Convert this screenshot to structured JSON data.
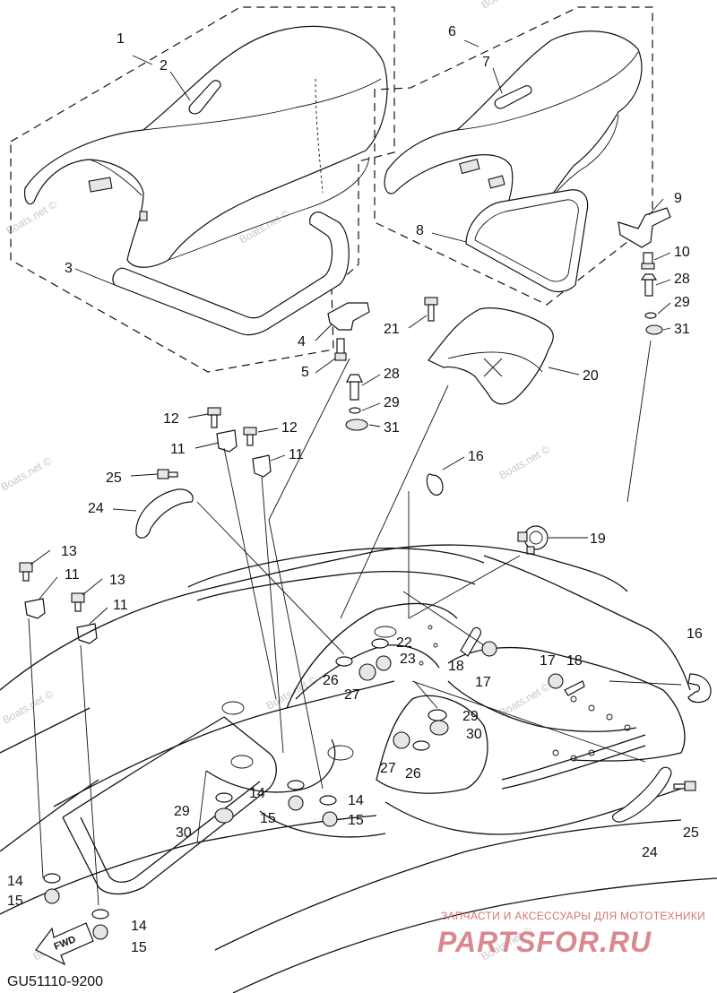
{
  "diagram_code": "GU51110-9200",
  "watermark_text": "Boats.net ©",
  "brand": {
    "tagline": "ЗАПЧАСТИ И АКСЕССУАРЫ ДЛЯ МОТОТЕХНИКИ",
    "logo_text": "PARTSFOR.RU"
  },
  "fwd_label": "FWD",
  "callouts": {
    "c1": "1",
    "c2": "2",
    "c3": "3",
    "c4": "4",
    "c5": "5",
    "c6": "6",
    "c7": "7",
    "c8": "8",
    "c9": "9",
    "c10": "10",
    "c11a": "11",
    "c11b": "11",
    "c11c": "11",
    "c11d": "11",
    "c12a": "12",
    "c12b": "12",
    "c13a": "13",
    "c13b": "13",
    "c14a": "14",
    "c14b": "14",
    "c14c": "14",
    "c14d": "14",
    "c15a": "15",
    "c15b": "15",
    "c15c": "15",
    "c15d": "15",
    "c16a": "16",
    "c16b": "16",
    "c17a": "17",
    "c17b": "17",
    "c18a": "18",
    "c18b": "18",
    "c19": "19",
    "c20": "20",
    "c21": "21",
    "c22": "22",
    "c23": "23",
    "c24a": "24",
    "c24b": "24",
    "c25a": "25",
    "c25b": "25",
    "c26a": "26",
    "c26b": "26",
    "c27a": "27",
    "c27b": "27",
    "c28a": "28",
    "c28b": "28",
    "c29a": "29",
    "c29b": "29",
    "c29c": "29",
    "c29d": "29",
    "c30a": "30",
    "c30b": "30",
    "c31a": "31",
    "c31b": "31"
  }
}
